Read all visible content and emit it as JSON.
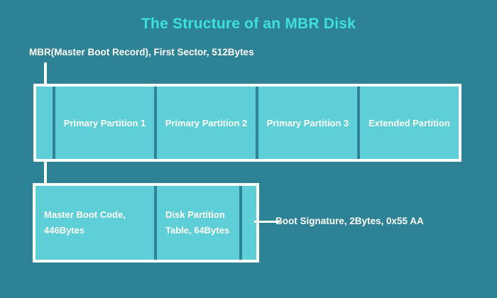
{
  "diagram": {
    "title": "The Structure of an MBR Disk",
    "background_color": "#2e8296",
    "cell_fill_color": "#5ecfd6",
    "title_color": "#3ee0d8",
    "text_color": "#ffffff",
    "border_color": "#ffffff"
  },
  "mbr_caption": "MBR(Master Boot Record), First Sector, 512Bytes",
  "disk_bar": {
    "cells": [
      {
        "label": "",
        "name": "mbr-sector"
      },
      {
        "label": "Primary Partition 1",
        "name": "primary-partition-1"
      },
      {
        "label": "Primary Partition 2",
        "name": "primary-partition-2"
      },
      {
        "label": "Primary Partition 3",
        "name": "primary-partition-3"
      },
      {
        "label": "Extended Partition",
        "name": "extended-partition"
      }
    ]
  },
  "mbr_bar": {
    "cells": [
      {
        "line1": "Master Boot Code,",
        "line2": "446Bytes",
        "name": "master-boot-code"
      },
      {
        "line1": "Disk Partition",
        "line2": "Table, 64Bytes",
        "name": "disk-partition-table"
      },
      {
        "line1": "",
        "line2": "",
        "name": "boot-signature"
      }
    ]
  },
  "callout": {
    "boot_signature": "Boot Signature, 2Bytes, 0x55 AA"
  }
}
